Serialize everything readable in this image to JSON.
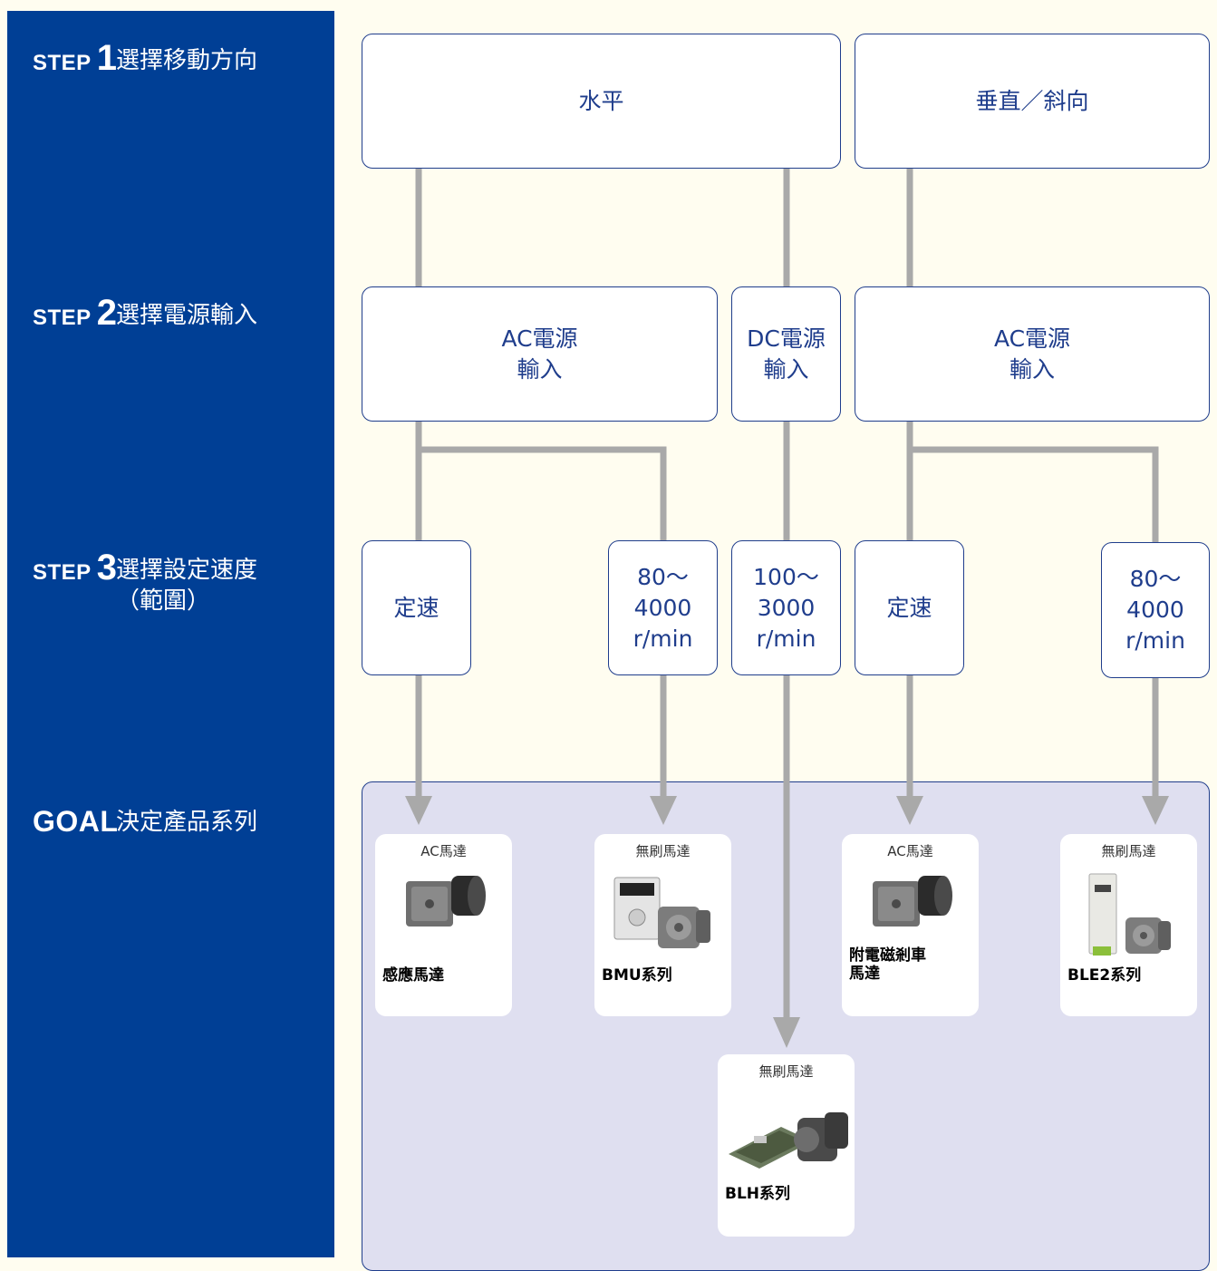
{
  "colors": {
    "sidebar": "#003f95",
    "background": "#fffdf0",
    "goal_area": "#dfdff0",
    "border": "#1f3d8c",
    "line": "#a9a9a9",
    "text": "#1f3d8c"
  },
  "steps": [
    {
      "word": "STEP",
      "num": "1",
      "desc": "選擇移動方向"
    },
    {
      "word": "STEP",
      "num": "2",
      "desc": "選擇電源輸入"
    },
    {
      "word": "STEP",
      "num": "3",
      "desc": "選擇設定速度\n（範圍）"
    },
    {
      "word": "GOAL",
      "num": "",
      "desc": "決定產品系列"
    }
  ],
  "direction": {
    "horizontal": "水平",
    "vertical": "垂直／斜向"
  },
  "power": {
    "ac_left": "AC電源\n輸入",
    "dc": "DC電源\n輸入",
    "ac_right": "AC電源\n輸入"
  },
  "speed": {
    "const_left": "定速",
    "range_left": "80～\n4000\nr/min",
    "range_dc": "100～\n3000\nr/min",
    "const_right": "定速",
    "range_right": "80～\n4000\nr/min"
  },
  "products": [
    {
      "category": "AC馬達",
      "name": "感應馬達",
      "icon": "ac-motor-icon"
    },
    {
      "category": "無刷馬達",
      "name": "BMU系列",
      "icon": "brushless-motor-driver-icon"
    },
    {
      "category": "AC馬達",
      "name": "附電磁剎車\n馬達",
      "icon": "ac-motor-icon"
    },
    {
      "category": "無刷馬達",
      "name": "BLE2系列",
      "icon": "brushless-motor-driver-icon"
    },
    {
      "category": "無刷馬達",
      "name": "BLH系列",
      "icon": "brushless-board-motor-icon"
    }
  ]
}
